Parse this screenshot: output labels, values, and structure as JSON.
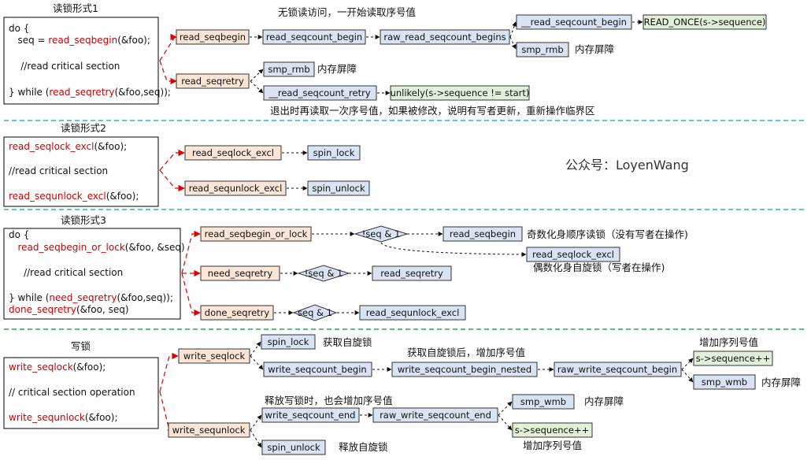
{
  "colors": {
    "fill_orange": "#fbe5d6",
    "fill_blue": "#dae3f3",
    "fill_green": "#e2f0d9",
    "fill_diamond": "#dae3f3",
    "arrow_red": "#e00000",
    "separator_teal": "#2ab3c4",
    "separator_green": "#23a84a",
    "code_red": "#d00000"
  },
  "watermark": "公众号：LoyenWang",
  "sections": [
    {
      "title": "读锁形式1",
      "code_lines": [
        [
          {
            "t": "do {"
          }
        ],
        [
          {
            "t": "   seq = "
          },
          {
            "t": "read_seqbegin",
            "red": true
          },
          {
            "t": "(&foo);"
          }
        ],
        [
          {
            "t": ""
          }
        ],
        [
          {
            "t": "    //read critical section"
          }
        ],
        [
          {
            "t": ""
          }
        ],
        [
          {
            "t": "} while ("
          },
          {
            "t": "read_seqretry",
            "red": true
          },
          {
            "t": "(&foo,seq));"
          }
        ]
      ],
      "boxes": [
        {
          "id": "s1_begin",
          "label": "read_seqbegin",
          "fill": "orange"
        },
        {
          "id": "s1_retry",
          "label": "read_seqretry",
          "fill": "orange"
        },
        {
          "id": "s1_count_begin",
          "label": "read_seqcount_begin",
          "fill": "blue"
        },
        {
          "id": "s1_raw_begins",
          "label": "raw_read_seqcount_begins",
          "fill": "blue"
        },
        {
          "id": "s1_u_count_begin",
          "label": "__read_seqcount_begin",
          "fill": "blue"
        },
        {
          "id": "s1_read_once",
          "label": "READ_ONCE(s->sequence)",
          "fill": "green"
        },
        {
          "id": "s1_smp_rmb_a",
          "label": "smp_rmb",
          "fill": "blue"
        },
        {
          "id": "s1_smp_rmb_b",
          "label": "smp_rmb",
          "fill": "blue"
        },
        {
          "id": "s1_u_count_retry",
          "label": "__read_seqcount_retry",
          "fill": "blue"
        },
        {
          "id": "s1_unlikely",
          "label": "unlikely(s->sequence != start)",
          "fill": "green"
        }
      ],
      "notes": [
        {
          "id": "n1",
          "text": "无锁读访问，一开始读取序号值"
        },
        {
          "id": "n2",
          "text": "内存屏障"
        },
        {
          "id": "n3",
          "text": "内存屏障"
        },
        {
          "id": "n4",
          "text": "退出时再读取一次序号值，如果被修改，说明有写者更新，重新操作临界区"
        }
      ]
    },
    {
      "title": "读锁形式2",
      "code_lines": [
        [
          {
            "t": "read_seqlock_excl",
            "red": true
          },
          {
            "t": "(&foo);"
          }
        ],
        [
          {
            "t": ""
          }
        ],
        [
          {
            "t": "//read critical section"
          }
        ],
        [
          {
            "t": ""
          }
        ],
        [
          {
            "t": "read_sequnlock_excl",
            "red": true
          },
          {
            "t": "(&foo);"
          }
        ]
      ],
      "boxes": [
        {
          "id": "s2_lock_excl",
          "label": "read_seqlock_excl",
          "fill": "orange"
        },
        {
          "id": "s2_unlock_excl",
          "label": "read_sequnlock_excl",
          "fill": "orange"
        },
        {
          "id": "s2_spin_lock",
          "label": "spin_lock",
          "fill": "blue"
        },
        {
          "id": "s2_spin_unlock",
          "label": "spin_unlock",
          "fill": "blue"
        }
      ],
      "notes": []
    },
    {
      "title": "读锁形式3",
      "code_lines": [
        [
          {
            "t": "do {"
          }
        ],
        [
          {
            "t": "   "
          },
          {
            "t": "read_seqbegin_or_lock",
            "red": true
          },
          {
            "t": "(&foo, &seq)"
          }
        ],
        [
          {
            "t": ""
          }
        ],
        [
          {
            "t": "     //read critical section"
          }
        ],
        [
          {
            "t": ""
          }
        ],
        [
          {
            "t": "} while ("
          },
          {
            "t": "need_seqretry",
            "red": true
          },
          {
            "t": "(&foo,seq));"
          }
        ],
        [
          {
            "t": "done_seqretry",
            "red": true
          },
          {
            "t": "(&foo, seq)"
          }
        ]
      ],
      "boxes": [
        {
          "id": "s3_begin_or_lock",
          "label": "read_seqbegin_or_lock",
          "fill": "orange"
        },
        {
          "id": "s3_need_retry",
          "label": "need_seqretry",
          "fill": "orange"
        },
        {
          "id": "s3_done_retry",
          "label": "done_seqretry",
          "fill": "orange"
        },
        {
          "id": "s3_read_seqbegin",
          "label": "read_seqbegin",
          "fill": "blue"
        },
        {
          "id": "s3_lock_excl",
          "label": "read_seqlock_excl",
          "fill": "blue"
        },
        {
          "id": "s3_read_seqretry",
          "label": "read_seqretry",
          "fill": "blue"
        },
        {
          "id": "s3_unlock_excl",
          "label": "read_sequnlock_excl",
          "fill": "blue"
        }
      ],
      "diamonds": [
        {
          "id": "d1",
          "label": "!seq & 1"
        },
        {
          "id": "d2",
          "label": "!seq & 1"
        },
        {
          "id": "d3",
          "label": "seq & 1"
        }
      ],
      "notes": [
        {
          "id": "n5",
          "text": "奇数化身顺序读锁（没有写者在操作)"
        },
        {
          "id": "n6",
          "text": "偶数化身自旋锁（写者在操作)"
        }
      ]
    },
    {
      "title": "写锁",
      "code_lines": [
        [
          {
            "t": "write_seqlock",
            "red": true
          },
          {
            "t": "(&foo);"
          }
        ],
        [
          {
            "t": ""
          }
        ],
        [
          {
            "t": "// critical section operation"
          }
        ],
        [
          {
            "t": ""
          }
        ],
        [
          {
            "t": "write_sequnlock",
            "red": true
          },
          {
            "t": "(&foo);"
          }
        ]
      ],
      "boxes": [
        {
          "id": "s4_seqlock",
          "label": "write_seqlock",
          "fill": "orange"
        },
        {
          "id": "s4_sequnlock",
          "label": "write_sequnlock",
          "fill": "orange"
        },
        {
          "id": "s4_spin_lock",
          "label": "spin_lock",
          "fill": "blue"
        },
        {
          "id": "s4_count_begin",
          "label": "write_seqcount_begin",
          "fill": "blue"
        },
        {
          "id": "s4_count_begin_nested",
          "label": "write_seqcount_begin_nested",
          "fill": "blue"
        },
        {
          "id": "s4_raw_count_begin",
          "label": "raw_write_seqcount_begin",
          "fill": "blue"
        },
        {
          "id": "s4_seq_inc_a",
          "label": "s->sequence++",
          "fill": "green"
        },
        {
          "id": "s4_smp_wmb_a",
          "label": "smp_wmb",
          "fill": "blue"
        },
        {
          "id": "s4_count_end",
          "label": "write_seqcount_end",
          "fill": "blue"
        },
        {
          "id": "s4_raw_count_end",
          "label": "raw_write_seqcount_end",
          "fill": "blue"
        },
        {
          "id": "s4_smp_wmb_b",
          "label": "smp_wmb",
          "fill": "blue"
        },
        {
          "id": "s4_seq_inc_b",
          "label": "s->sequence++",
          "fill": "green"
        },
        {
          "id": "s4_spin_unlock",
          "label": "spin_unlock",
          "fill": "blue"
        }
      ],
      "notes": [
        {
          "id": "n7",
          "text": "获取自旋锁"
        },
        {
          "id": "n8",
          "text": "获取自旋锁后，增加序号值"
        },
        {
          "id": "n9",
          "text": "增加序列号值"
        },
        {
          "id": "n10",
          "text": "内存屏障"
        },
        {
          "id": "n11",
          "text": "释放写锁时，也会增加序号值"
        },
        {
          "id": "n12",
          "text": "内存屏障"
        },
        {
          "id": "n13",
          "text": "增加序列号值"
        },
        {
          "id": "n14",
          "text": "释放自旋锁"
        }
      ]
    }
  ]
}
